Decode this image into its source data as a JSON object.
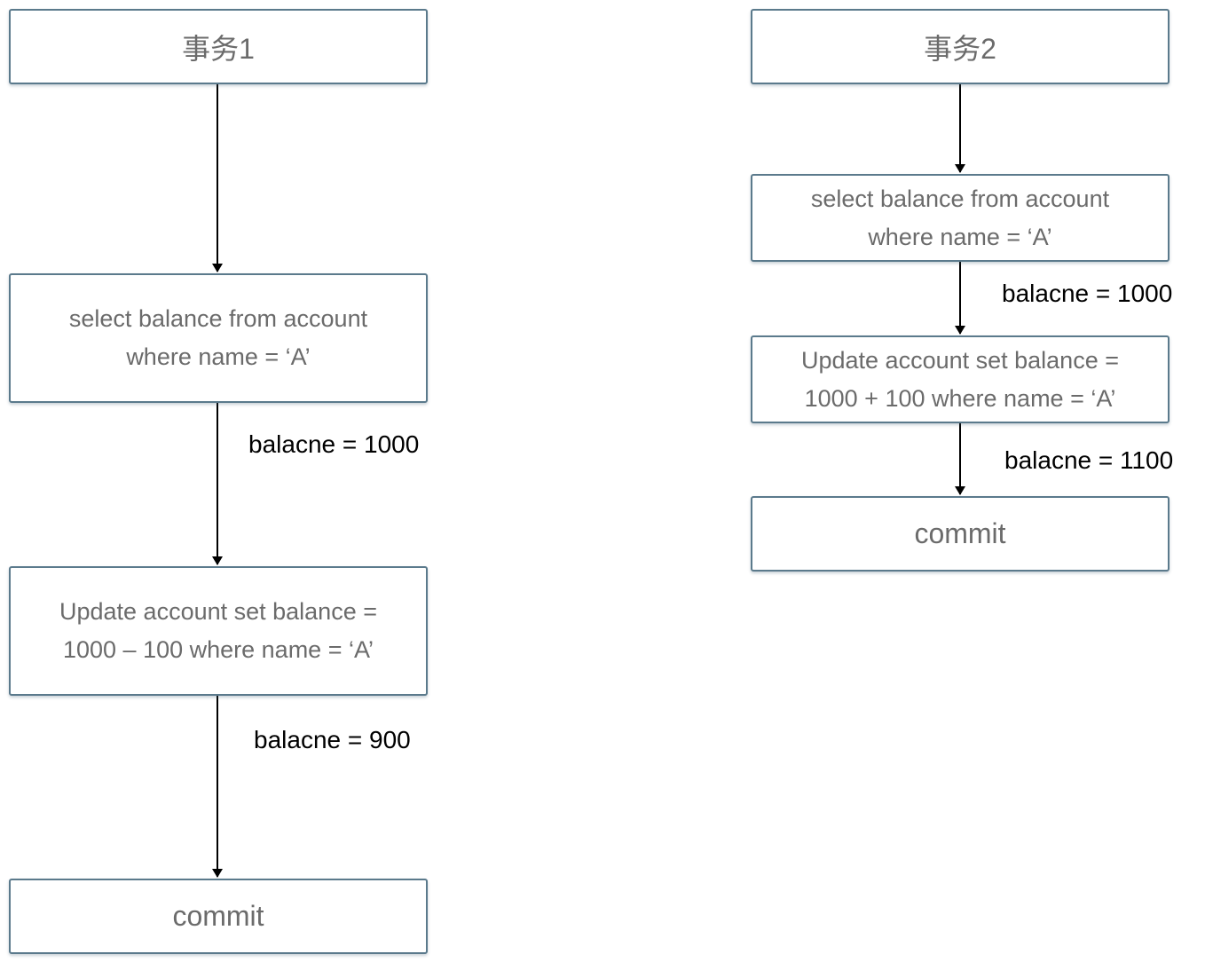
{
  "transaction1": {
    "title": "事务1",
    "select_line1": "select balance from account",
    "select_line2": "where name = ‘A’",
    "label_after_select": "balacne = 1000",
    "update_line1": "Update account set balance =",
    "update_line2": "1000 – 100 where name = ‘A’",
    "label_after_update": "balacne = 900",
    "commit": "commit"
  },
  "transaction2": {
    "title": "事务2",
    "select_line1": "select balance from account",
    "select_line2": "where name = ‘A’",
    "label_after_select": "balacne = 1000",
    "update_line1": "Update account set balance =",
    "update_line2": "1000 + 100 where name = ‘A’",
    "label_after_update": "balacne = 1100",
    "commit": "commit"
  },
  "colors": {
    "box_border": "#5b7a8c",
    "box_text": "#6b6b6b",
    "arrow": "#000000"
  }
}
